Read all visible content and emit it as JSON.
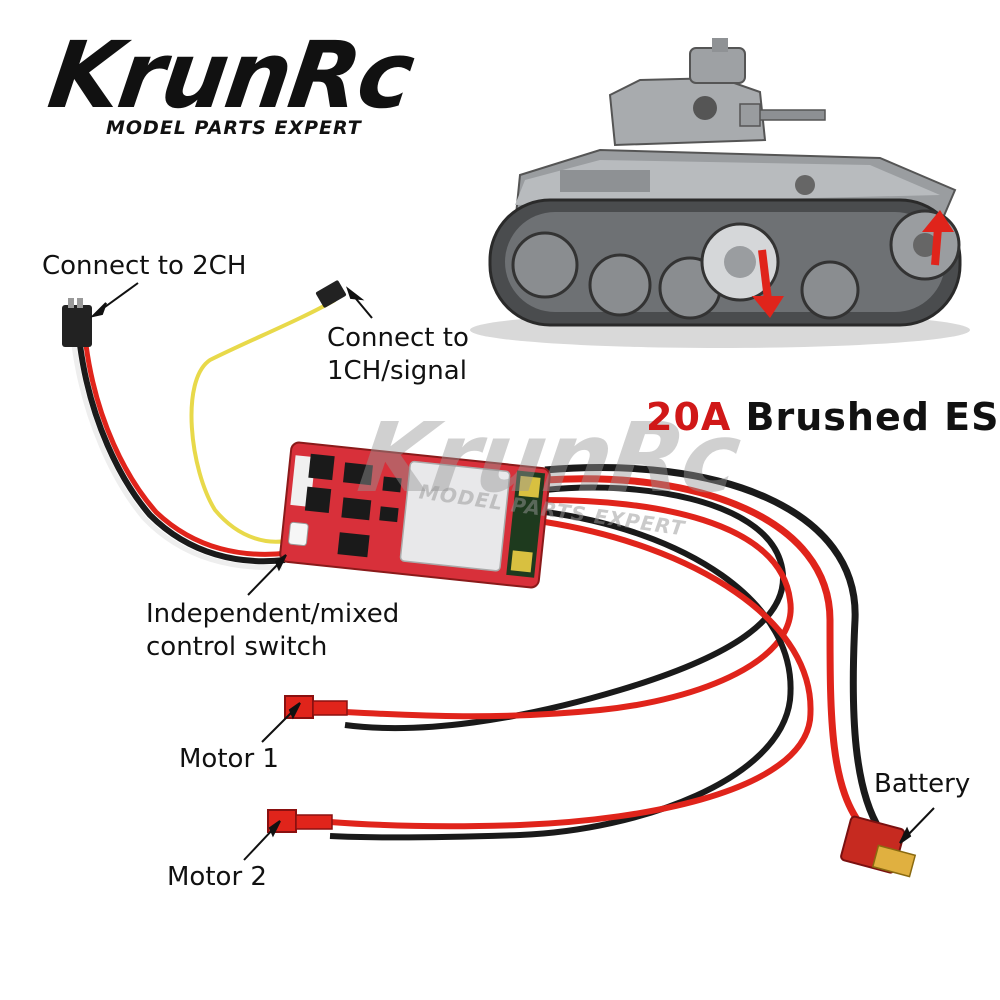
{
  "logo": {
    "brand": "KrunRc",
    "tagline": "MODEL PARTS EXPERT"
  },
  "watermark": {
    "brand": "KrunRc",
    "tagline": "MODEL PARTS EXPERT"
  },
  "title": {
    "rating": "20A",
    "product": "Brushed ESC"
  },
  "labels": {
    "connect_2ch": "Connect to 2CH",
    "connect_1ch_line1": "Connect to",
    "connect_1ch_line2": "1CH/signal",
    "switch_line1": "Independent/mixed",
    "switch_line2": "control switch",
    "motor1": "Motor 1",
    "motor2": "Motor 2",
    "battery": "Battery"
  },
  "colors": {
    "accent_red": "#d01818",
    "wire_red": "#e0241b",
    "wire_black": "#1a1a1a",
    "pcb_red": "#d8303a",
    "tank_grey": "#8a8d90"
  }
}
